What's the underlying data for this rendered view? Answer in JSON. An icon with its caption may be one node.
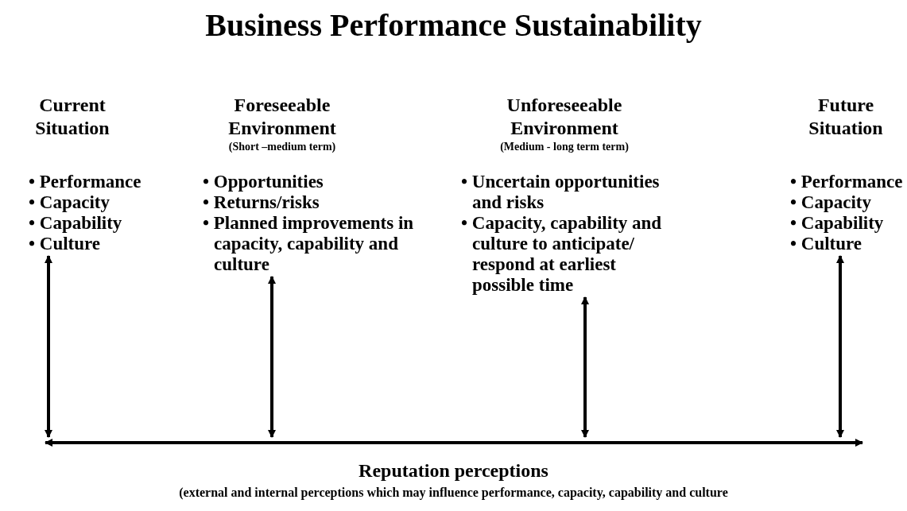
{
  "diagram": {
    "title": "Business Performance Sustainability",
    "nodes": [
      {
        "text": [
          "Current Situation",
          "• Performance",
          "• Capacity",
          "• Capability",
          "• Culture"
        ]
      },
      {
        "text": [
          "Foreseeable Environment",
          "(Short –medium term)",
          "• Opportunities",
          "• Returns/risks",
          "• Planned improvements in capacity, capability and culture"
        ]
      },
      {
        "text": [
          "Unforeseeable Environment",
          "(Medium  - long term term)",
          "• Uncertain opportunities and risks",
          "• Capacity, capability and culture to anticipate/ respond at earliest possible time"
        ]
      },
      {
        "text": [
          "Future Situation",
          "• Performance",
          "• Capacity",
          "• Capability",
          "• Culture"
        ]
      },
      {
        "text": [],
        "shape": "bar",
        "beside": [
          "Reputation perceptions",
          "(external and internal perceptions which may influence performance, capacity, capability and culture"
        ]
      }
    ],
    "edges": [
      {
        "from": 0,
        "to": 4,
        "arrow": "both"
      },
      {
        "from": 1,
        "to": 4,
        "arrow": "both"
      },
      {
        "from": 2,
        "to": 4,
        "arrow": "both"
      },
      {
        "from": 3,
        "to": 4,
        "arrow": "both"
      }
    ]
  }
}
